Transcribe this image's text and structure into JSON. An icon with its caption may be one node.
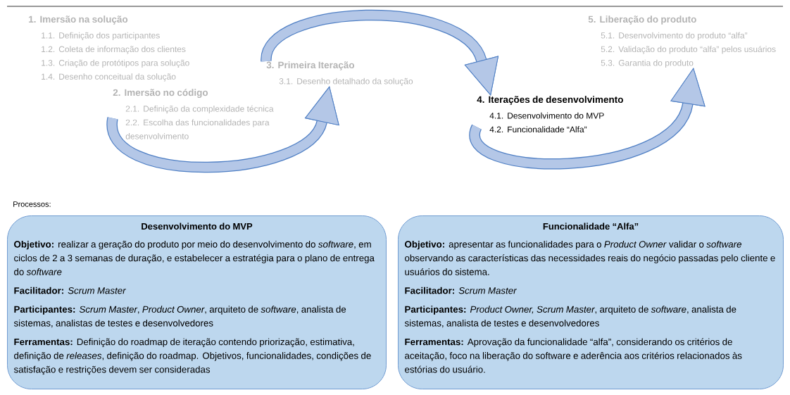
{
  "diagram": {
    "nodes": [
      {
        "text": [
          "1. Imersão na solução",
          "1.1. Definição dos participantes",
          "1.2. Coleta de informação dos clientes",
          "1.3. Criação de protótipos para solução",
          "1.4. Desenho conceitual da solução"
        ]
      },
      {
        "text": [
          "2. Imersão no código",
          "2.1. Definição da complexidade técnica",
          "2.2. Escolha das funcionalidades para desenvolvimento"
        ]
      },
      {
        "text": [
          "3. Primeira Iteração",
          "3.1. Desenho detalhado da solução"
        ]
      },
      {
        "text": [
          "4. Iterações de desenvolvimento",
          "4.1. Desenvolvimento do MVP",
          "4.2. Funcionalidade “Alfa”"
        ]
      },
      {
        "text": [
          "5. Liberação do produto",
          "5.1. Desenvolvimento do produto “alfa”",
          "5.2. Validação do produto “alfa” pelos usuários",
          "5.3. Garantia do produto"
        ]
      },
      {
        "text": [
          "Desenvolvimento do MVP",
          "**Objetivo:**  realizar a geração do produto por meio do desenvolvimento do *software*, em ciclos de 2 a 3 semanas de duração, e estabelecer a estratégia para o plano de entrega do *software*",
          "**Facilitador:** *Scrum Master*",
          "**Participantes:** *Scrum Master*, *Product Owner*, arquiteto de *software*, analista de sistemas, analistas de testes e desenvolvedores",
          "**Ferramentas:**  Definição do roadmap de iteração contendo priorização, estimativa, definição de *releases*, definição do roadmap. Objetivos, funcionalidades, condições de satisfação e restrições devem ser consideradas"
        ]
      },
      {
        "text": [
          "Funcionalidade “Alfa”",
          "**Objetivo:**  apresentar as funcionalidades para o *Product Owner* validar o *software* observando as características das necessidades reais do negócio passadas pelo cliente e usuários do sistema.",
          "**Facilitador:**  *Scrum Master*",
          "**Participantes:**  *Product Owner, Scrum Master*, arquiteto de *software*, analista de sistemas, analista de testes e desenvolvedores",
          "**Ferramentas:** Aprovação da funcionalidade “alfa”, considerando os critérios de aceitação, foco na liberação do software e aderência aos critérios relacionados às estórias do usuário."
        ]
      }
    ],
    "edges": [
      {
        "from": 1,
        "to": 2,
        "arrow": "to"
      },
      {
        "from": 2,
        "to": 3,
        "arrow": "to"
      },
      {
        "from": 3,
        "to": 4,
        "arrow": "to"
      }
    ],
    "labels": [
      "Processos:"
    ]
  }
}
